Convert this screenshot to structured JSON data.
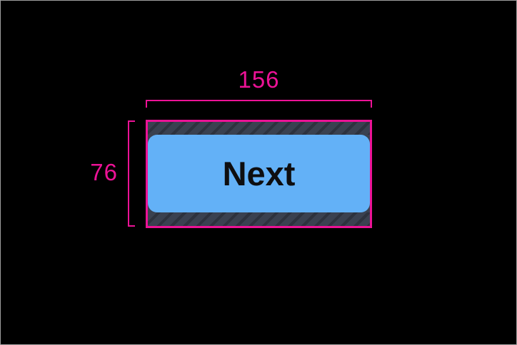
{
  "measurements": {
    "width_label": "156",
    "height_label": "76"
  },
  "button": {
    "label": "Next"
  },
  "colors": {
    "background": "#000000",
    "frame_border": "#9E9E9E",
    "measure_pink": "#EC1296",
    "button_blue": "#63B1F7",
    "padding_hatch_base": "#3A4150",
    "padding_hatch_stripe": "#2D323E",
    "button_text": "#0E0E10"
  }
}
